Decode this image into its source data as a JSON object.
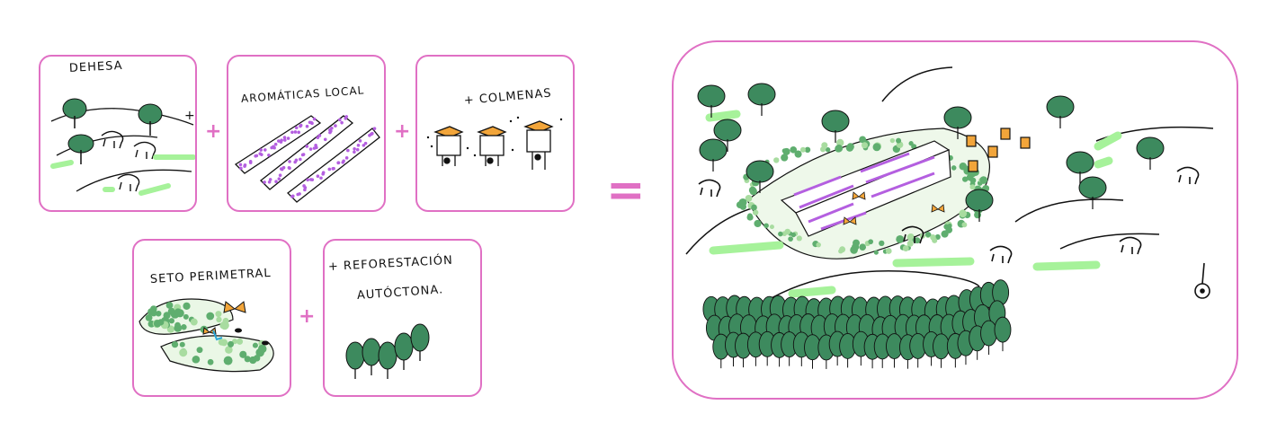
{
  "colors": {
    "frame": "#e070c4",
    "tree_green": "#3d8a5e",
    "light_green": "#a6f29a",
    "lavender": "#b45fe0",
    "hedge": "#5fae6f",
    "hive_orange": "#f2a53a",
    "ink": "#111111"
  },
  "operators": {
    "plus": "+",
    "equals": "="
  },
  "panels": [
    {
      "id": "dehesa",
      "label": "DEHESA",
      "plus": "+",
      "icons": [
        "tree-icon",
        "cow-icon",
        "grass-strip"
      ]
    },
    {
      "id": "aromaticas",
      "label": "AROMÁTICAS LOCAL",
      "icons": [
        "lavender-row"
      ]
    },
    {
      "id": "colmenas",
      "label": "+ COLMENAS",
      "icons": [
        "beehive-icon",
        "bee-icon"
      ]
    },
    {
      "id": "seto",
      "label": "SETO PERIMETRAL",
      "icons": [
        "hedge-icon",
        "butterfly-icon",
        "bee-icon"
      ]
    },
    {
      "id": "reforestacion",
      "label_line1": "+ REFORESTACIÓN",
      "label_line2": "AUTÓCTONA.",
      "icons": [
        "tree-icon"
      ]
    }
  ],
  "result": {
    "id": "combined-landscape",
    "icons": [
      "forest-icon",
      "lavender-field",
      "hedge-ring",
      "beehive-icon",
      "cow-icon",
      "north-arrow-icon"
    ]
  }
}
